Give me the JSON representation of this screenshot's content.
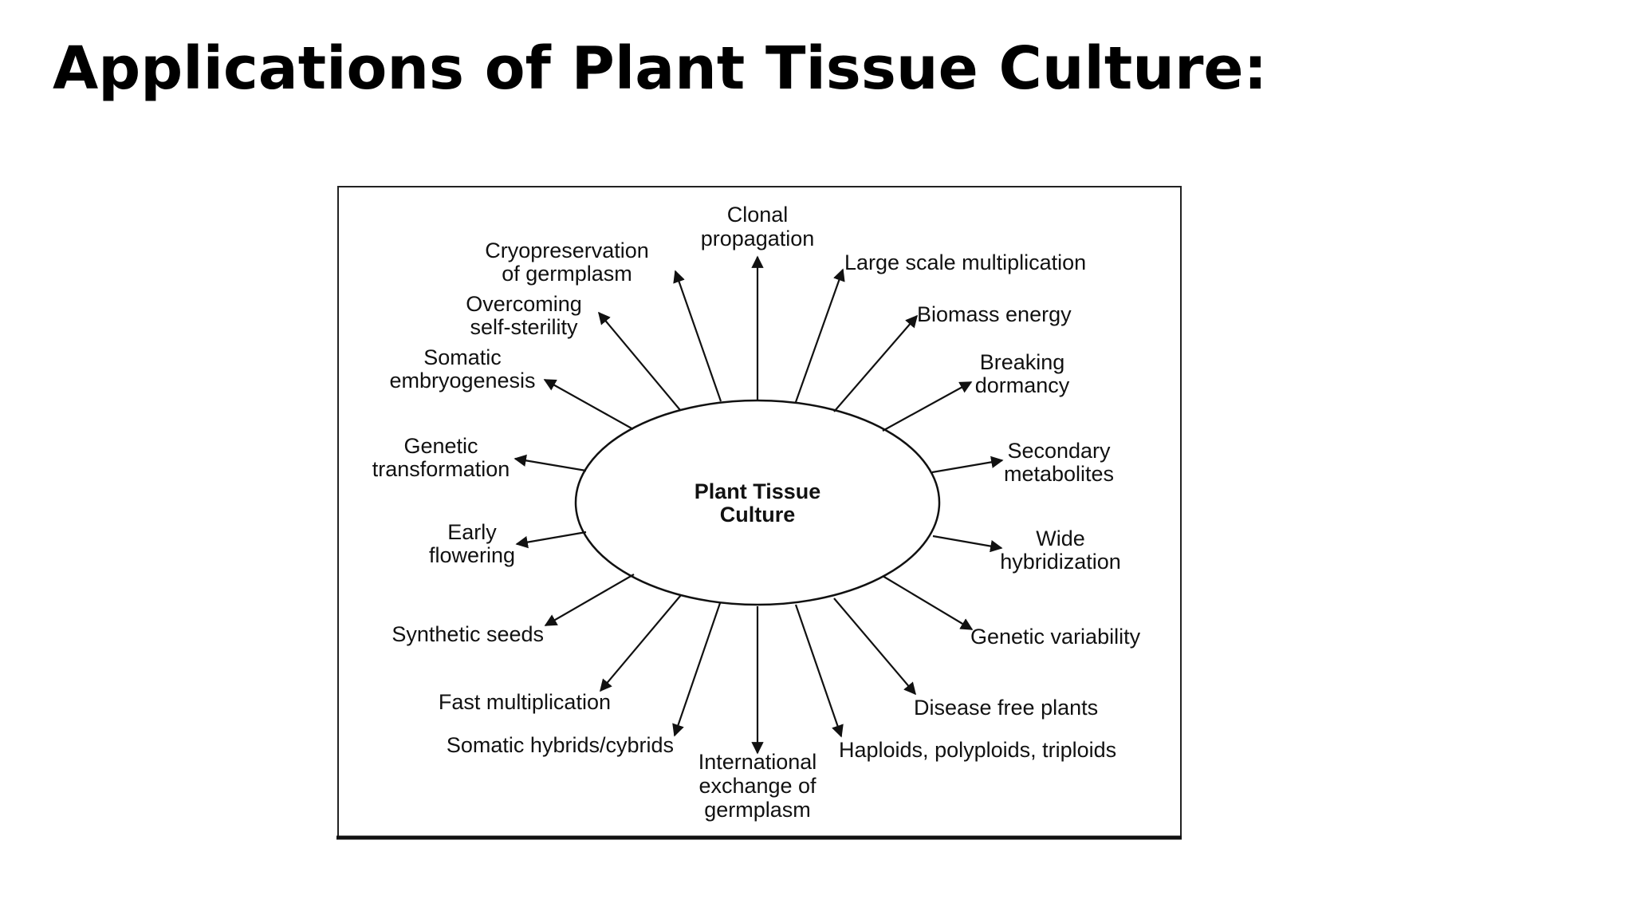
{
  "slide": {
    "title": "Applications of Plant Tissue Culture:"
  },
  "diagram": {
    "center": [
      "Plant Tissue",
      "Culture"
    ],
    "applications": [
      {
        "key": "clonal",
        "lines": [
          "Clonal",
          "propagation"
        ]
      },
      {
        "key": "large-scale",
        "lines": [
          "Large scale multiplication"
        ]
      },
      {
        "key": "biomass",
        "lines": [
          "Biomass energy"
        ]
      },
      {
        "key": "dormancy",
        "lines": [
          "Breaking",
          "dormancy"
        ]
      },
      {
        "key": "secondary",
        "lines": [
          "Secondary",
          "metabolites"
        ]
      },
      {
        "key": "wide-hybrid",
        "lines": [
          "Wide",
          "hybridization"
        ]
      },
      {
        "key": "genetic-var",
        "lines": [
          "Genetic variability"
        ]
      },
      {
        "key": "disease-free",
        "lines": [
          "Disease free plants"
        ]
      },
      {
        "key": "haploids",
        "lines": [
          "Haploids, polyploids, triploids"
        ]
      },
      {
        "key": "international",
        "lines": [
          "International",
          "exchange of",
          "germplasm"
        ]
      },
      {
        "key": "somatic-hybrids",
        "lines": [
          "Somatic hybrids/cybrids"
        ]
      },
      {
        "key": "fast-mult",
        "lines": [
          "Fast multiplication"
        ]
      },
      {
        "key": "synthetic-seeds",
        "lines": [
          "Synthetic seeds"
        ]
      },
      {
        "key": "early-flowering",
        "lines": [
          "Early",
          "flowering"
        ]
      },
      {
        "key": "genetic-transform",
        "lines": [
          "Genetic",
          "transformation"
        ]
      },
      {
        "key": "somatic-embryo",
        "lines": [
          "Somatic",
          "embryogenesis"
        ]
      },
      {
        "key": "self-sterility",
        "lines": [
          "Overcoming",
          "self-sterility"
        ]
      },
      {
        "key": "cryo",
        "lines": [
          "Cryopreservation",
          "of germplasm"
        ]
      }
    ]
  }
}
